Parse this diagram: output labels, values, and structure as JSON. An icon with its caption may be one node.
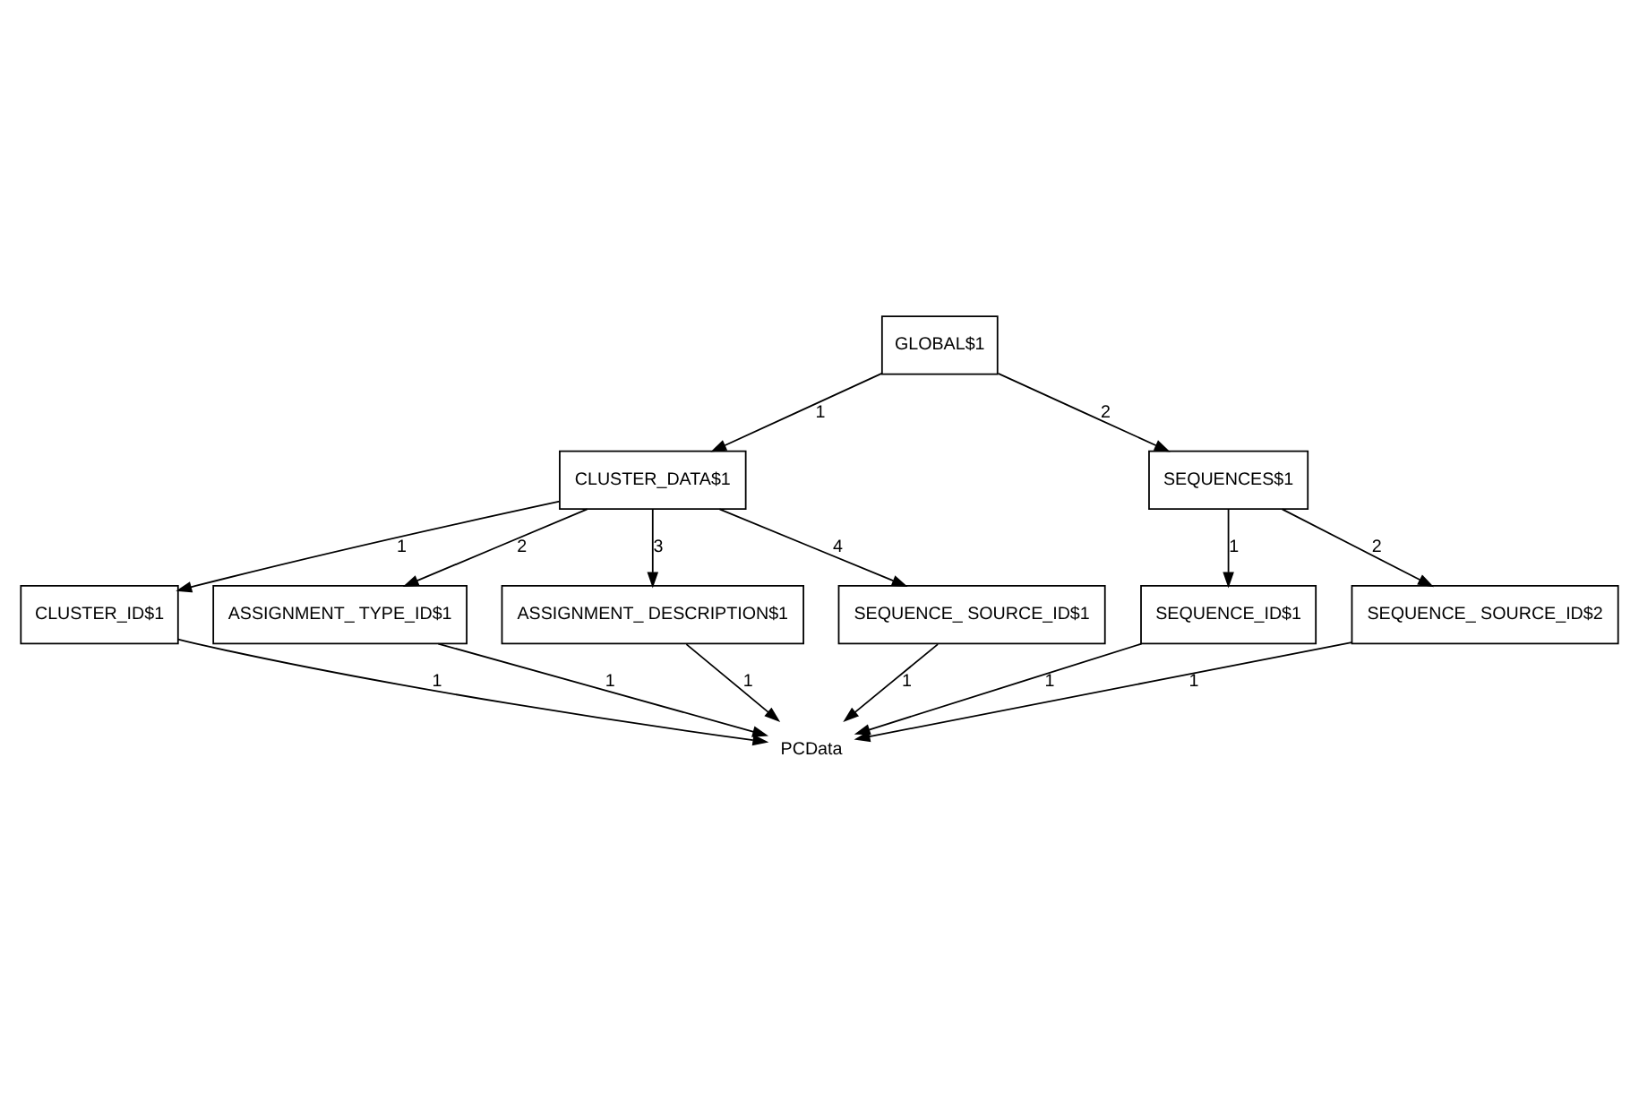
{
  "diagram": {
    "nodes": [
      {
        "text": [
          "GLOBAL$1"
        ]
      },
      {
        "text": [
          "CLUSTER_DATA$1"
        ]
      },
      {
        "text": [
          "SEQUENCES$1"
        ]
      },
      {
        "text": [
          "CLUSTER_ID$1"
        ]
      },
      {
        "text": [
          "ASSIGNMENT_ TYPE_ID$1"
        ]
      },
      {
        "text": [
          "ASSIGNMENT_ DESCRIPTION$1"
        ]
      },
      {
        "text": [
          "SEQUENCE_ SOURCE_ID$1"
        ]
      },
      {
        "text": [
          "SEQUENCE_ID$1"
        ]
      },
      {
        "text": [
          "SEQUENCE_ SOURCE_ID$2"
        ]
      },
      {
        "text": [
          "PCData"
        ]
      }
    ],
    "edges": [
      {
        "from": 0,
        "to": 1,
        "arrow": "to",
        "label": "1"
      },
      {
        "from": 0,
        "to": 2,
        "arrow": "to",
        "label": "2"
      },
      {
        "from": 1,
        "to": 3,
        "arrow": "to",
        "label": "1"
      },
      {
        "from": 1,
        "to": 4,
        "arrow": "to",
        "label": "2"
      },
      {
        "from": 1,
        "to": 5,
        "arrow": "to",
        "label": "3"
      },
      {
        "from": 1,
        "to": 6,
        "arrow": "to",
        "label": "4"
      },
      {
        "from": 2,
        "to": 7,
        "arrow": "to",
        "label": "1"
      },
      {
        "from": 2,
        "to": 8,
        "arrow": "to",
        "label": "2"
      },
      {
        "from": 3,
        "to": 9,
        "arrow": "to",
        "label": "1"
      },
      {
        "from": 4,
        "to": 9,
        "arrow": "to",
        "label": "1"
      },
      {
        "from": 5,
        "to": 9,
        "arrow": "to",
        "label": "1"
      },
      {
        "from": 6,
        "to": 9,
        "arrow": "to",
        "label": "1"
      },
      {
        "from": 7,
        "to": 9,
        "arrow": "to",
        "label": "1"
      },
      {
        "from": 8,
        "to": 9,
        "arrow": "to",
        "label": "1"
      }
    ]
  }
}
